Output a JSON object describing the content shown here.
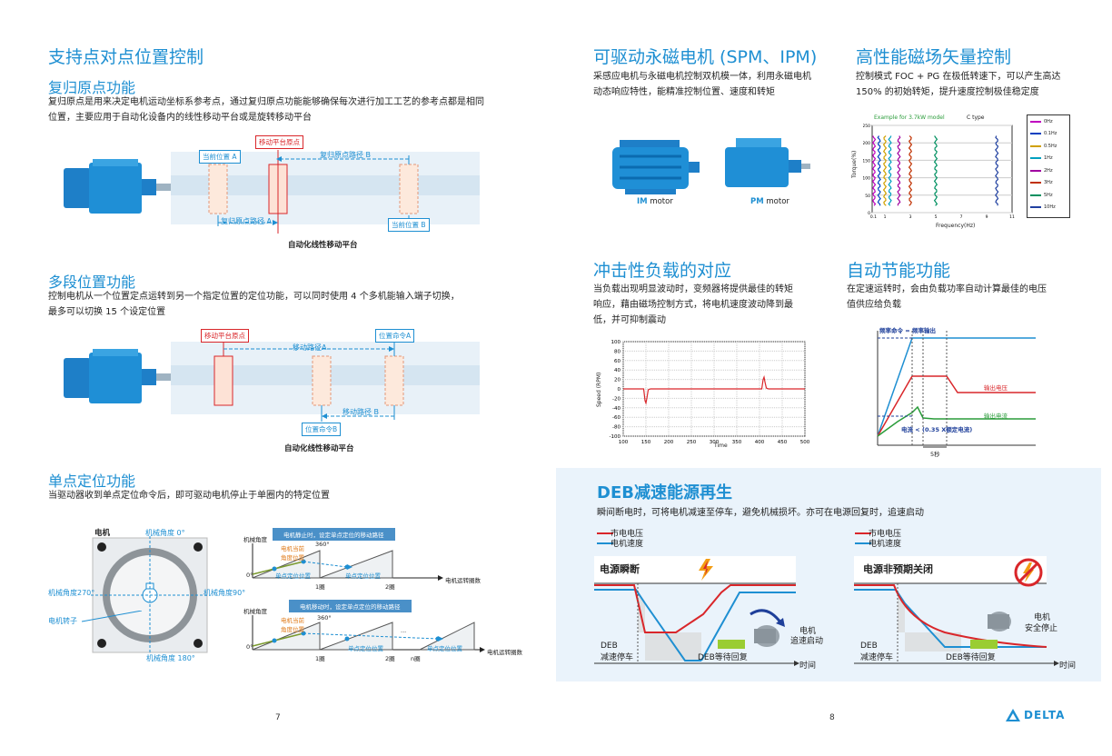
{
  "left": {
    "title": "支持点对点位置控制",
    "homing": {
      "heading": "复归原点功能",
      "text1": "复归原点是用来决定电机运动坐标系参考点，通过复归原点功能能够确保每次进行加工工艺的参考点都是相同",
      "text2": "位置，主要应用于自动化设备内的线性移动平台或是旋转移动平台",
      "tag_current_a": "当前位置 A",
      "tag_origin": "移动平台原点",
      "path_b": "复归原点路径 B",
      "path_a": "复归原点路径 A",
      "tag_current_b": "当前位置 B",
      "caption": "自动化线性移动平台"
    },
    "multi": {
      "heading": "多段位置功能",
      "text1": "控制电机从一个位置定点运转到另一个指定位置的定位功能，可以同时使用 4 个多机能输入端子切换，",
      "text2": "最多可以切换 15 个设定位置",
      "tag_origin": "移动平台原点",
      "tag_cmd_a": "位置命令A",
      "path_a": "移动路径A",
      "path_b": "移动路径 B",
      "tag_cmd_b": "位置命令B",
      "caption": "自动化线性移动平台"
    },
    "single": {
      "heading": "单点定位功能",
      "text1": "当驱动器收到单点定位命令后，即可驱动电机停止于单圈内的特定位置",
      "motor_label": "电机",
      "angle_0": "机械角度 0°",
      "angle_270": "机械角度270°",
      "angle_90": "机械角度90°",
      "angle_180": "机械角度 180°",
      "rotor": "电机转子",
      "g1_banner": "电机静止时，设定单点定位的移动路径",
      "g1_ylabel": "机械角度",
      "g1_cur": "电机当前\n角度位置",
      "g1_360": "360°",
      "g1_pos": "单点定位位置",
      "g1_pos2": "单点定位位置",
      "g1_xlabel": "电机运转圈数",
      "g1_t1": "1圈",
      "g1_t2": "2圈",
      "g1_zero": "0°",
      "g2_banner": "电机移动时，设定单点定位的移动路径",
      "g2_ylabel": "机械角度",
      "g2_cur": "电机当前\n角度位置",
      "g2_360": "360°",
      "g2_pos": "单点定位位置",
      "g2_pos2": "单点定位位置",
      "g2_xlabel": "电机运转圈数",
      "g2_t1": "1圈",
      "g2_t2": "2圈",
      "g2_tn": "n圈",
      "g2_dots": "...",
      "g2_zero": "0°"
    },
    "page": "7"
  },
  "right": {
    "spm": {
      "title": "可驱动永磁电机 (SPM、IPM)",
      "text1": "采感应电机与永磁电机控制双机模一体，利用永磁电机",
      "text2": "动态响应特性，能精准控制位置、速度和转矩",
      "im_prefix": "IM",
      "im_suffix": " motor",
      "pm_prefix": "PM",
      "pm_suffix": " motor"
    },
    "foc": {
      "title": "高性能磁场矢量控制",
      "text1": "控制模式 FOC + PG 在极低转速下，可以产生高达",
      "text2": "150% 的初始转矩，提升速度控制极佳稳定度",
      "chart_title": "Example for 3.7kW model",
      "chart_type": "C type",
      "ylabel": "Torque(%)",
      "xlabel": "Frequency(Hz)",
      "legend": [
        "0Hz",
        "0.1Hz",
        "0.5Hz",
        "1Hz",
        "2Hz",
        "3Hz",
        "5Hz",
        "10Hz"
      ]
    },
    "impact": {
      "title": "冲击性负载的对应",
      "text1": "当负载出现明显波动时，变频器将提供最佳的转矩",
      "text2": "响应，藉由磁场控制方式，将电机速度波动降到最",
      "text3": "低，并可抑制震动",
      "ylabel": "Speed (RPM)",
      "xlabel": "Time"
    },
    "energy": {
      "title": "自动节能功能",
      "text1": "在定速运转时，会由负载功率自动计算最佳的电压",
      "text2": "值供应给负载",
      "freq_cmd": "频率命令 = 频率输出",
      "voltage_out": "输出电压",
      "current_out": "输出电流",
      "current_note": "电流 < (0.35 X额定电流)",
      "sec5": "5秒"
    },
    "deb": {
      "title": "DEB减速能源再生",
      "text1": "瞬间断电时，可将电机减速至停车，避免机械损坏。亦可在电源回复时，追速启动",
      "legend_voltage": "市电电压",
      "legend_speed": "电机速度",
      "p1_title": "电源瞬断",
      "p1_deb1": "DEB",
      "p1_deb2": "减速停车",
      "p1_wait": "DEB等待回复",
      "p1_motor1": "电机",
      "p1_motor2": "追速启动",
      "p1_time": "时间",
      "p2_title": "电源非预期关闭",
      "p2_deb1": "DEB",
      "p2_deb2": "减速停车",
      "p2_wait": "DEB等待回复",
      "p2_motor1": "电机",
      "p2_motor2": "安全停止",
      "p2_time": "时间"
    },
    "page": "8",
    "logo": "DELTA"
  },
  "chart_data": [
    {
      "type": "scatter",
      "title": "Example for 3.7kW model",
      "ylabel": "Torque(%)",
      "xlabel": "Frequency(Hz)",
      "series": [
        {
          "name": "0Hz",
          "x": 0.0,
          "color": "#c000c0"
        },
        {
          "name": "0.1Hz",
          "x": 0.1,
          "color": "#0040c0"
        },
        {
          "name": "0.5Hz",
          "x": 0.5,
          "color": "#d0a000"
        },
        {
          "name": "1Hz",
          "x": 1,
          "color": "#00a0c0"
        },
        {
          "name": "2Hz",
          "x": 2,
          "color": "#a000a0"
        },
        {
          "name": "3Hz",
          "x": 3,
          "color": "#c03000"
        },
        {
          "name": "5Hz",
          "x": 5,
          "color": "#009060"
        },
        {
          "name": "10Hz",
          "x": 10,
          "color": "#2040a0"
        }
      ],
      "xticks": [
        "0.1",
        "1",
        "3",
        "5",
        "7",
        "9",
        "11"
      ],
      "yticks": [
        "0",
        "50",
        "100",
        "150",
        "200",
        "250"
      ],
      "xlim": [
        0,
        11
      ],
      "ylim": [
        0,
        250
      ]
    },
    {
      "type": "line",
      "xlabel": "Time",
      "ylabel": "Speed (RPM)",
      "xticks": [
        100,
        150,
        200,
        250,
        300,
        350,
        400,
        450,
        500
      ],
      "yticks": [
        100,
        80,
        60,
        40,
        20,
        0,
        -20,
        -40,
        -60,
        -80,
        -100
      ],
      "xlim": [
        100,
        500
      ],
      "ylim": [
        -100,
        100
      ],
      "x": [
        100,
        145,
        148,
        150,
        152,
        155,
        160,
        250,
        300,
        350,
        405,
        408,
        410,
        412,
        415,
        420,
        500
      ],
      "y": [
        0,
        0,
        -25,
        -30,
        -20,
        -2,
        0,
        0,
        0,
        0,
        0,
        20,
        25,
        15,
        2,
        0,
        0
      ]
    }
  ]
}
